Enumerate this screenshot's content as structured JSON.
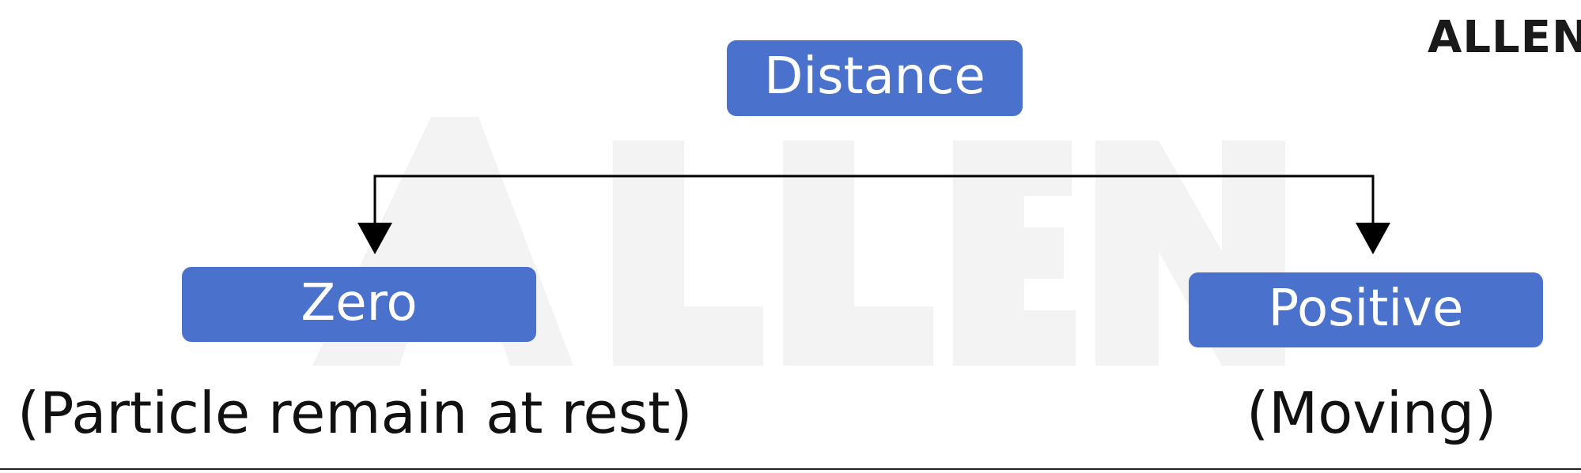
{
  "logo": {
    "text": "ALLEN"
  },
  "watermark": {
    "text": "ALLEN"
  },
  "diagram": {
    "root": {
      "label": "Distance"
    },
    "children": [
      {
        "label": "Zero",
        "caption": "(Particle remain at rest)"
      },
      {
        "label": "Positive",
        "caption": "(Moving)"
      }
    ]
  },
  "colors": {
    "box_fill": "#4a72cc",
    "box_text": "#ffffff",
    "connector": "#000000",
    "watermark": "#f2f2f2"
  }
}
